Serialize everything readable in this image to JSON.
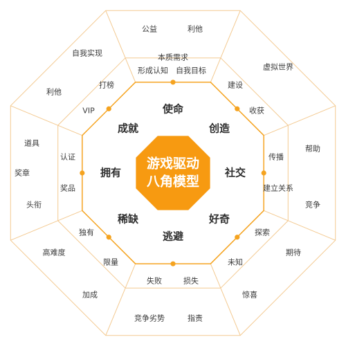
{
  "center": {
    "line1": "游戏驱动",
    "line2": "八角模型"
  },
  "cores": [
    "使命",
    "创造",
    "社交",
    "好奇",
    "逃避",
    "稀缺",
    "拥有",
    "成就"
  ],
  "middle_items": [
    [
      "本质需求",
      "形成认知",
      "自我目标"
    ],
    [
      "建设",
      "收获"
    ],
    [
      "传播",
      "建立关系"
    ],
    [
      "探索",
      "未知"
    ],
    [
      "失败",
      "损失"
    ],
    [
      "独有",
      "限量"
    ],
    [
      "认证",
      "奖品"
    ],
    [
      "打榜",
      "VIP"
    ]
  ],
  "outer_items": [
    [
      "公益",
      "利他"
    ],
    [
      "虚拟世界"
    ],
    [
      "帮助",
      "竞争"
    ],
    [
      "期待",
      "惊喜"
    ],
    [
      "竞争劣势",
      "指责"
    ],
    [
      "高难度",
      "加成"
    ],
    [
      "道具",
      "奖章",
      "头衔"
    ],
    [
      "自我实现",
      "利他"
    ]
  ],
  "colors": {
    "accent": "#f5a31f",
    "center_fill": "#f79a11",
    "line": "#f3c990",
    "text": "#3a3a3a"
  }
}
